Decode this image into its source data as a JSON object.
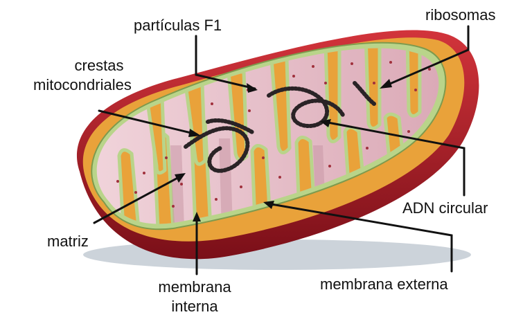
{
  "labels": {
    "particulas": "partículas F1",
    "ribosomas": "ribosomas",
    "crestas_1": "crestas",
    "crestas_2": "mitocondriales",
    "adn": "ADN circular",
    "matriz": "matriz",
    "membrana_interna_1": "membrana",
    "membrana_interna_2": "interna",
    "membrana_externa": "membrana externa"
  },
  "colors": {
    "outer_membrane": "#b8202a",
    "outer_membrane_dark": "#7a0f18",
    "intermembrane_space": "#e9a23a",
    "inner_membrane": "#b9d48a",
    "matrix": "#e8c2cc",
    "crista_shade": "#c997a6",
    "dna": "#2a2326",
    "shadow": "#b9c2cc",
    "leader_line": "#111111"
  }
}
